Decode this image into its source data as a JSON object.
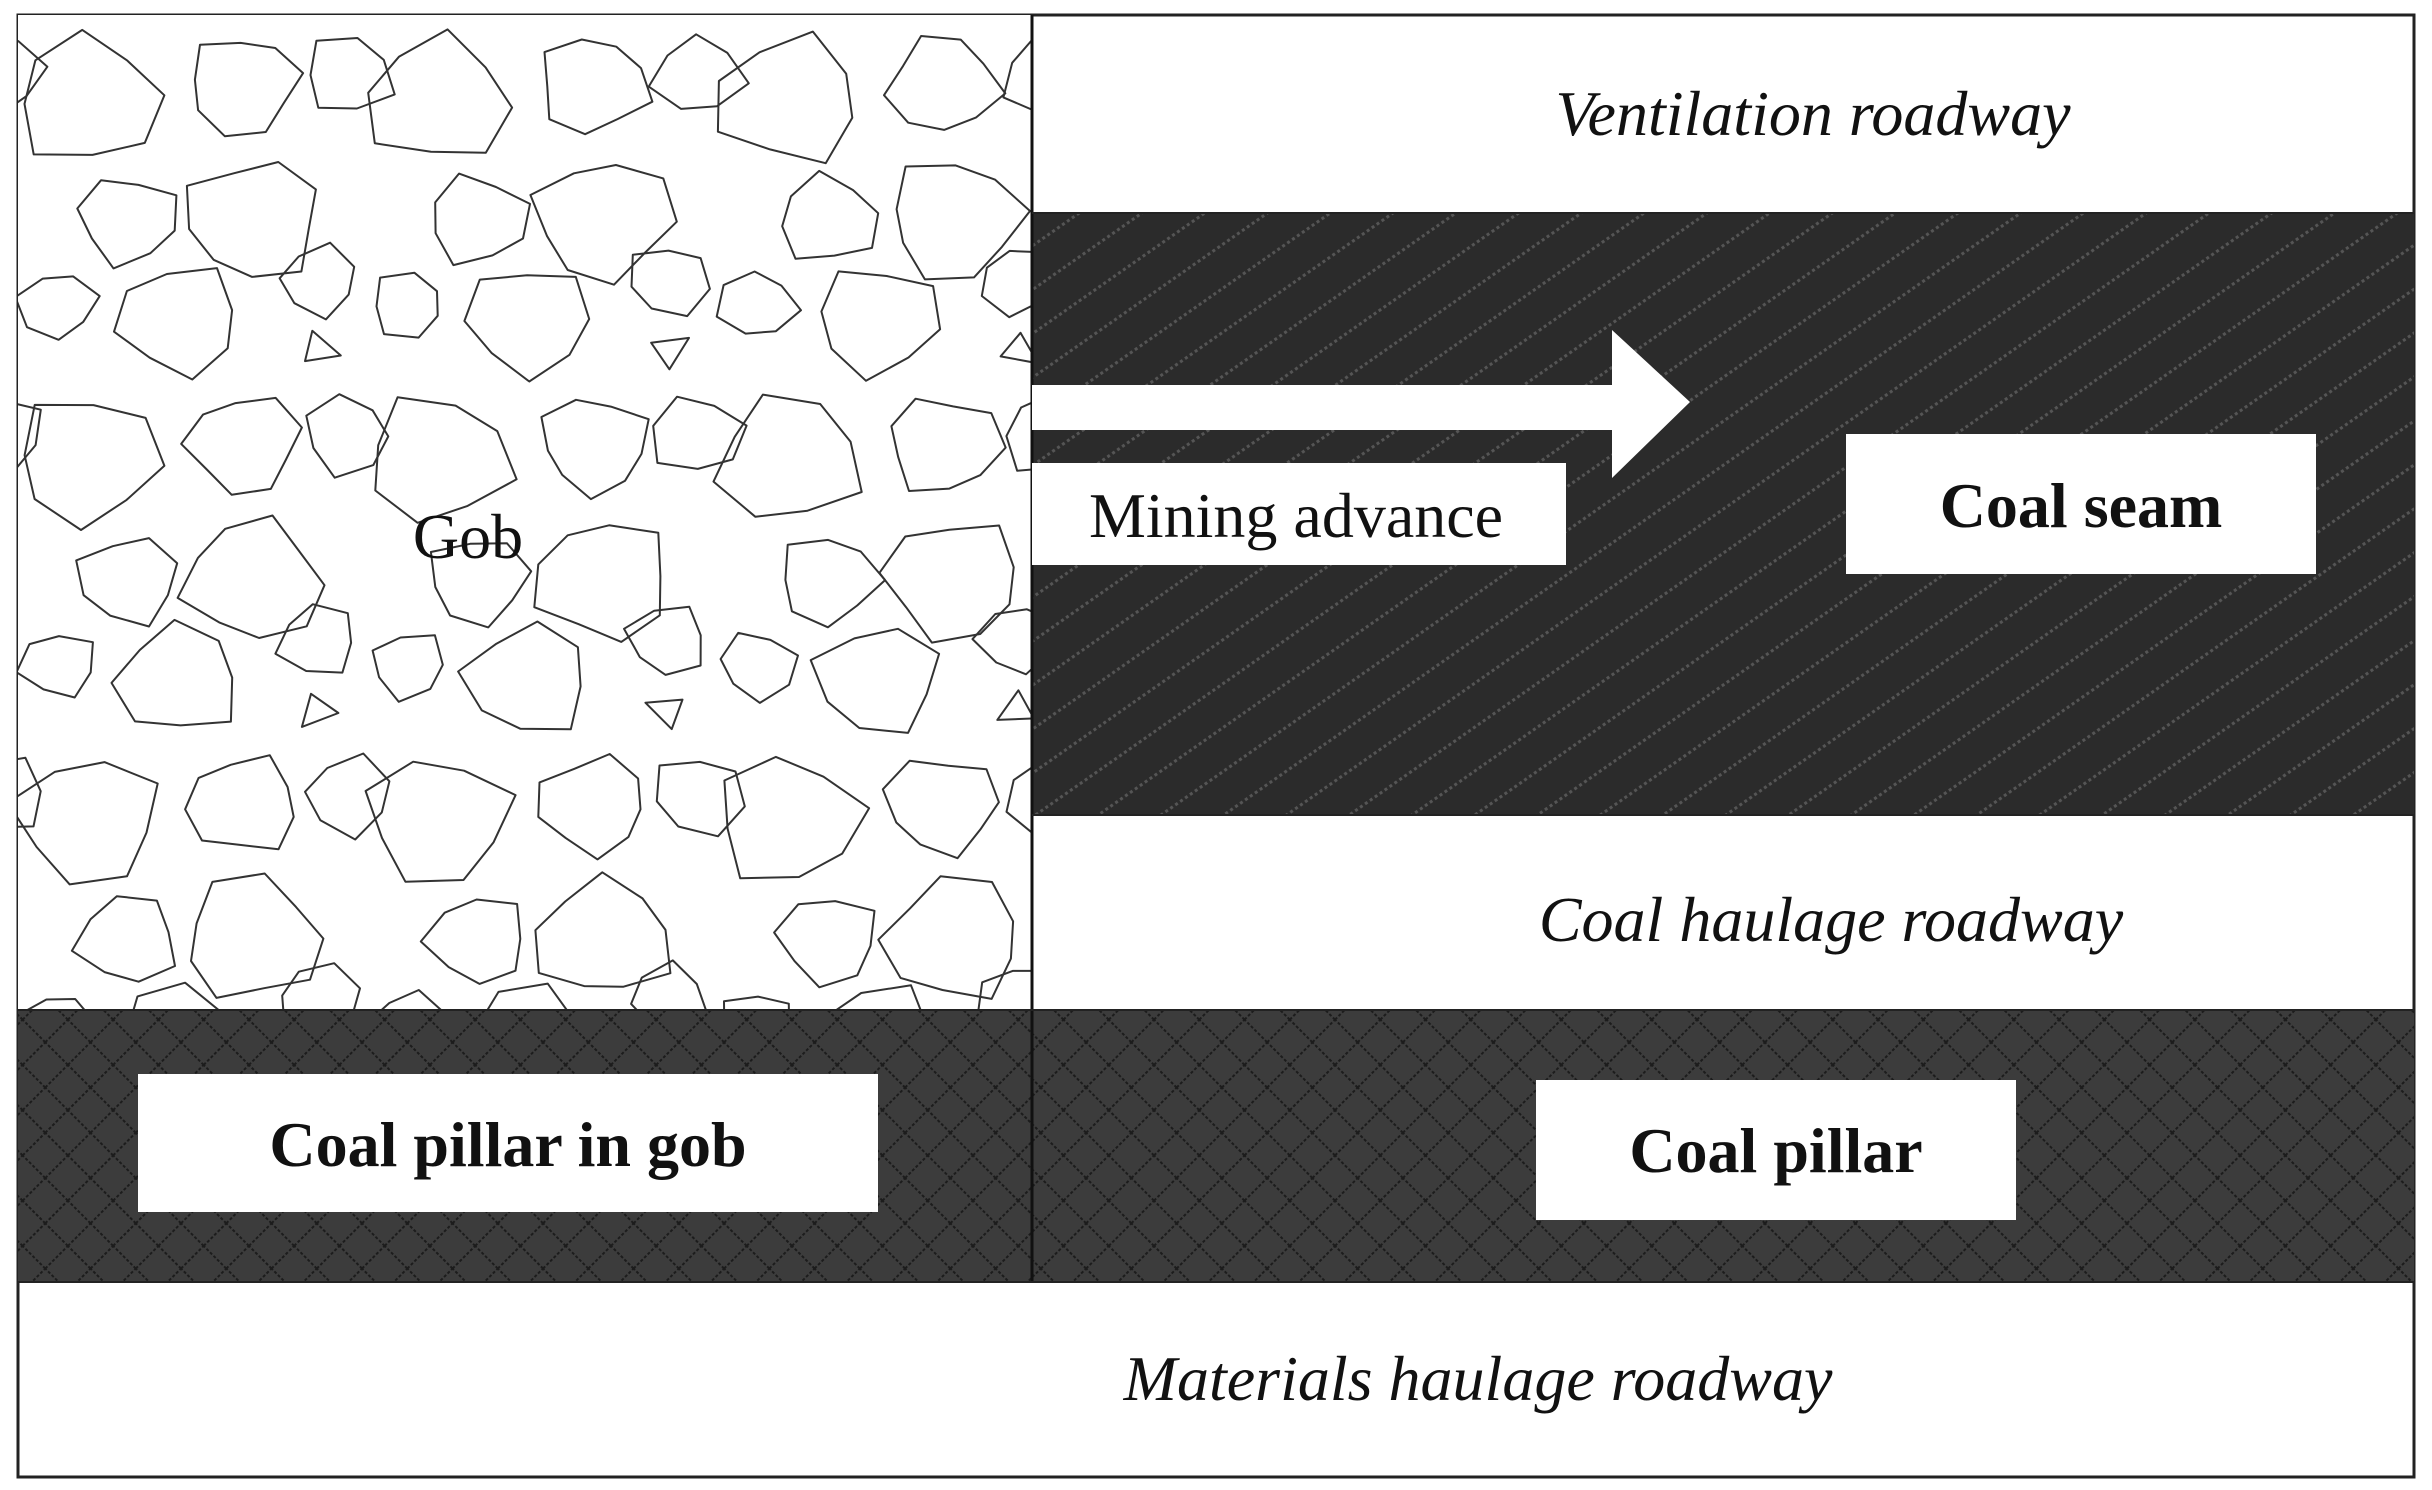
{
  "labels": {
    "gob": "Gob",
    "ventilation_roadway": "Ventilation roadway",
    "mining_advance": "Mining advance",
    "coal_seam": "Coal seam",
    "coal_haulage_roadway": "Coal haulage roadway",
    "coal_pillar_in_gob": "Coal pillar in gob",
    "coal_pillar": "Coal pillar",
    "materials_haulage_roadway": "Materials haulage roadway"
  },
  "colors": {
    "coal_seam_fill": "#2b2b2b",
    "coal_pillar_fill": "#3c3c3c",
    "outline": "#222222",
    "label_box": "#ffffff"
  }
}
